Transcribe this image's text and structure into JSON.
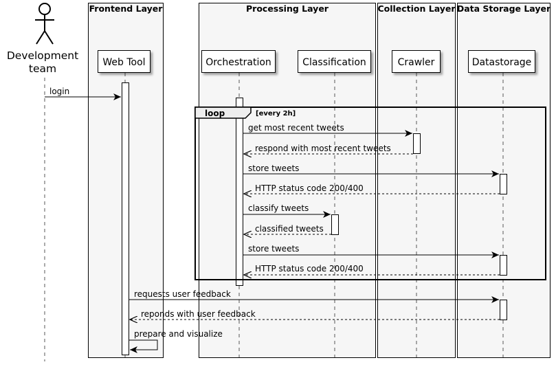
{
  "boxes": {
    "frontend": "Frontend Layer",
    "processing": "Processing Layer",
    "collection": "Collection Layer",
    "storage": "Data Storage Layer"
  },
  "actor": {
    "line1": "Development",
    "line2": "team"
  },
  "participants": {
    "webtool": "Web Tool",
    "orchestration": "Orchestration",
    "classification": "Classification",
    "crawler": "Crawler",
    "datastorage": "Datastorage"
  },
  "loop": {
    "keyword": "loop",
    "condition": "[every 2h]"
  },
  "messages": {
    "login": "login",
    "get_recent": "get most recent tweets",
    "respond_recent": "respond with most recent tweets",
    "store1": "store tweets",
    "http1": "HTTP status code 200/400",
    "classify": "classify tweets",
    "classified": "classified tweets",
    "store2": "store tweets",
    "http2": "HTTP status code 200/400",
    "requests_feedback": "requests user feedback",
    "reponds_feedback": "reponds with user feedback",
    "prepare": "prepare and visualize"
  }
}
